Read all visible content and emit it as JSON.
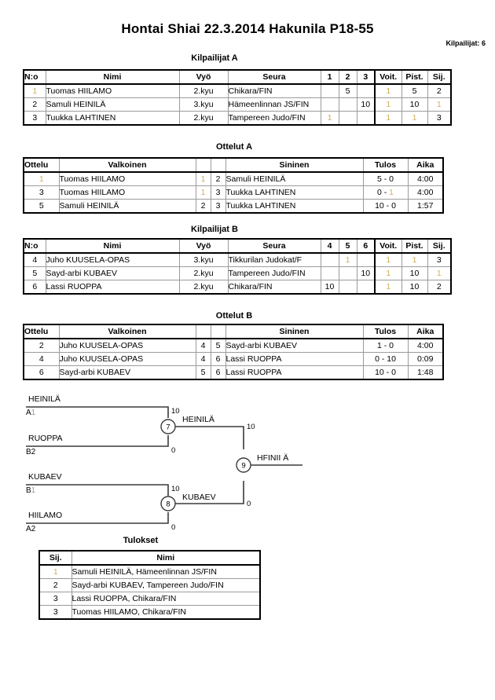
{
  "header": {
    "title": "Hontai Shiai   22.3.2014  Hakunila   P18-55",
    "competitor_count_label": "Kilpailijat: 6"
  },
  "pool_a": {
    "caption": "Kilpailijat A",
    "columns": {
      "no": "N:o",
      "name": "Nimi",
      "belt": "Vyö",
      "club": "Seura",
      "opp1": "1",
      "opp2": "2",
      "opp3": "3",
      "wins": "Voit.",
      "points": "Pist.",
      "rank": "Sij."
    },
    "rows": [
      {
        "no": "1",
        "no_faint": true,
        "name": "Tuomas HIILAMO",
        "belt": "2.kyu",
        "club": "Chikara/FIN",
        "opp1": "",
        "opp2": "5",
        "opp3": "",
        "wins": "1",
        "wins_faint": true,
        "points": "5",
        "points_faint": false,
        "rank": "2",
        "rank_faint": false
      },
      {
        "no": "2",
        "no_faint": false,
        "name": "Samuli HEINILÄ",
        "belt": "3.kyu",
        "club": "Hämeenlinnan JS/FIN",
        "opp1": "",
        "opp2": "",
        "opp3": "10",
        "wins": "1",
        "wins_faint": true,
        "points": "10",
        "points_faint": false,
        "rank": "1",
        "rank_faint": true
      },
      {
        "no": "3",
        "no_faint": false,
        "name": "Tuukka LAHTINEN",
        "belt": "2.kyu",
        "club": "Tampereen Judo/FIN",
        "opp1": "1",
        "opp1_faint": true,
        "opp2": "",
        "opp3": "",
        "wins": "1",
        "wins_faint": true,
        "points": "1",
        "points_faint": true,
        "rank": "3",
        "rank_faint": false
      }
    ]
  },
  "matches_a": {
    "caption": "Ottelut A",
    "columns": {
      "match": "Ottelu",
      "white": "Valkoinen",
      "white_no": "",
      "blue_no": "",
      "blue": "Sininen",
      "result": "Tulos",
      "time": "Aika"
    },
    "rows": [
      {
        "match": "1",
        "match_faint": true,
        "white": "Tuomas HIILAMO",
        "white_no": "1",
        "white_no_faint": true,
        "blue_no": "2",
        "blue": "Samuli HEINILÄ",
        "result": "5 - 0",
        "time": "4:00"
      },
      {
        "match": "3",
        "match_faint": false,
        "white": "Tuomas HIILAMO",
        "white_no": "1",
        "white_no_faint": true,
        "blue_no": "3",
        "blue": "Tuukka LAHTINEN",
        "result": "0 - 1",
        "time": "4:00"
      },
      {
        "match": "5",
        "match_faint": false,
        "white": "Samuli HEINILÄ",
        "white_no": "2",
        "white_no_faint": false,
        "blue_no": "3",
        "blue": "Tuukka LAHTINEN",
        "result": "10 - 0",
        "time": "1:57"
      }
    ]
  },
  "pool_b": {
    "caption": "Kilpailijat B",
    "columns": {
      "no": "N:o",
      "name": "Nimi",
      "belt": "Vyö",
      "club": "Seura",
      "opp1": "4",
      "opp2": "5",
      "opp3": "6",
      "wins": "Voit.",
      "points": "Pist.",
      "rank": "Sij."
    },
    "rows": [
      {
        "no": "4",
        "no_faint": false,
        "name": "Juho KUUSELA-OPAS",
        "belt": "3.kyu",
        "club": "Tikkurilan Judokat/F",
        "opp1": "",
        "opp2": "1",
        "opp2_faint": true,
        "opp3": "",
        "wins": "1",
        "wins_faint": true,
        "points": "1",
        "points_faint": true,
        "rank": "3",
        "rank_faint": false
      },
      {
        "no": "5",
        "no_faint": false,
        "name": "Sayd-arbi KUBAEV",
        "belt": "2.kyu",
        "club": "Tampereen Judo/FIN",
        "opp1": "",
        "opp2": "",
        "opp3": "10",
        "wins": "1",
        "wins_faint": true,
        "points": "10",
        "points_faint": false,
        "rank": "1",
        "rank_faint": true
      },
      {
        "no": "6",
        "no_faint": false,
        "name": "Lassi RUOPPA",
        "belt": "2.kyu",
        "club": "Chikara/FIN",
        "opp1": "10",
        "opp2": "",
        "opp3": "",
        "wins": "1",
        "wins_faint": true,
        "points": "10",
        "points_faint": false,
        "rank": "2",
        "rank_faint": false
      }
    ]
  },
  "matches_b": {
    "caption": "Ottelut B",
    "columns": {
      "match": "Ottelu",
      "white": "Valkoinen",
      "white_no": "",
      "blue_no": "",
      "blue": "Sininen",
      "result": "Tulos",
      "time": "Aika"
    },
    "rows": [
      {
        "match": "2",
        "match_faint": false,
        "white": "Juho KUUSELA-OPAS",
        "white_no": "4",
        "white_no_faint": false,
        "blue_no": "5",
        "blue": "Sayd-arbi KUBAEV",
        "result": "1 - 0",
        "time": "4:00"
      },
      {
        "match": "4",
        "match_faint": false,
        "white": "Juho KUUSELA-OPAS",
        "white_no": "4",
        "white_no_faint": false,
        "blue_no": "6",
        "blue": "Lassi RUOPPA",
        "result": "0 - 10",
        "time": "0:09"
      },
      {
        "match": "6",
        "match_faint": false,
        "white": "Sayd-arbi KUBAEV",
        "white_no": "5",
        "white_no_faint": false,
        "blue_no": "6",
        "blue": "Lassi RUOPPA",
        "result": "10 - 0",
        "time": "1:48"
      }
    ]
  },
  "bracket": {
    "semifinal_top": {
      "match_number": "7",
      "upper_name": "HEINILÄ",
      "upper_seed": "A1",
      "upper_score": "10",
      "lower_name": "RUOPPA",
      "lower_seed": "B2",
      "lower_score": "0",
      "winner": "HEINILÄ",
      "winner_score": "10"
    },
    "semifinal_bottom": {
      "match_number": "8",
      "upper_name": "KUBAEV",
      "upper_seed": "B1",
      "upper_score": "10",
      "lower_name": "HIILAMO",
      "lower_seed": "A2",
      "lower_score": "0",
      "winner": "KUBAEV",
      "winner_score": "0"
    },
    "final": {
      "match_number": "9",
      "winner": "HFINII Ä"
    }
  },
  "results": {
    "caption": "Tulokset",
    "columns": {
      "rank": "Sij.",
      "name": "Nimi"
    },
    "rows": [
      {
        "rank": "1",
        "rank_faint": true,
        "name": "Samuli HEINILÄ, Hämeenlinnan JS/FIN"
      },
      {
        "rank": "2",
        "rank_faint": false,
        "name": "Sayd-arbi KUBAEV, Tampereen Judo/FIN"
      },
      {
        "rank": "3",
        "rank_faint": false,
        "name": "Lassi RUOPPA, Chikara/FIN"
      },
      {
        "rank": "3",
        "rank_faint": false,
        "name": "Tuomas HIILAMO, Chikara/FIN"
      }
    ]
  }
}
